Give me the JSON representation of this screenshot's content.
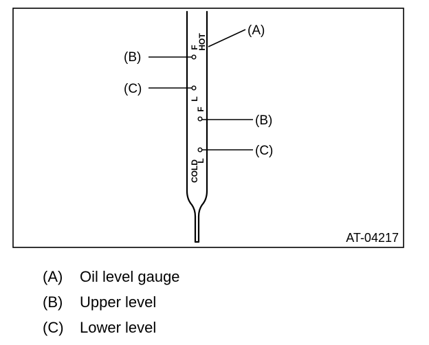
{
  "figure": {
    "id_label": "AT-04217"
  },
  "gauge": {
    "hot_label": "HOT",
    "cold_label": "COLD",
    "full_mark": "F",
    "low_mark": "L"
  },
  "callouts": {
    "a": "(A)",
    "b_hot": "(B)",
    "c_hot": "(C)",
    "b_cold": "(B)",
    "c_cold": "(C)"
  },
  "legend": {
    "items": [
      {
        "key": "(A)",
        "text": "Oil level gauge"
      },
      {
        "key": "(B)",
        "text": "Upper level"
      },
      {
        "key": "(C)",
        "text": "Lower level"
      }
    ]
  }
}
